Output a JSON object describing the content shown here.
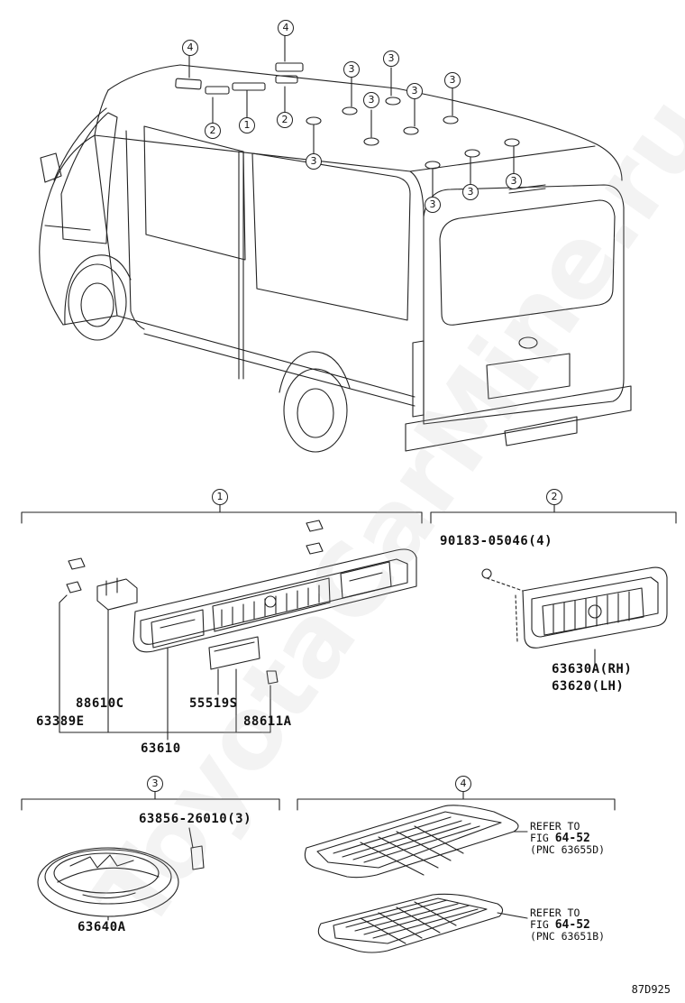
{
  "watermark": "ToyotaCarMine.ru",
  "diagram_code": "87D925",
  "callouts": {
    "c1": "1",
    "c2": "2",
    "c3": "3",
    "c4": "4"
  },
  "parts": {
    "p90183": "90183-05046(4)",
    "p63630A": "63630A(RH)",
    "p63620": "63620(LH)",
    "p88610C": "88610C",
    "p63389E": "63389E",
    "p55519S": "55519S",
    "p88611A": "88611A",
    "p63610": "63610",
    "p63856": "63856-26010(3)",
    "p63640A": "63640A"
  },
  "references": [
    {
      "line1": "REFER TO",
      "fig": "FIG",
      "fignum": "64-52",
      "pnc": "(PNC 63655D)"
    },
    {
      "line1": "REFER TO",
      "fig": "FIG",
      "fignum": "64-52",
      "pnc": "(PNC 63651B)"
    }
  ]
}
